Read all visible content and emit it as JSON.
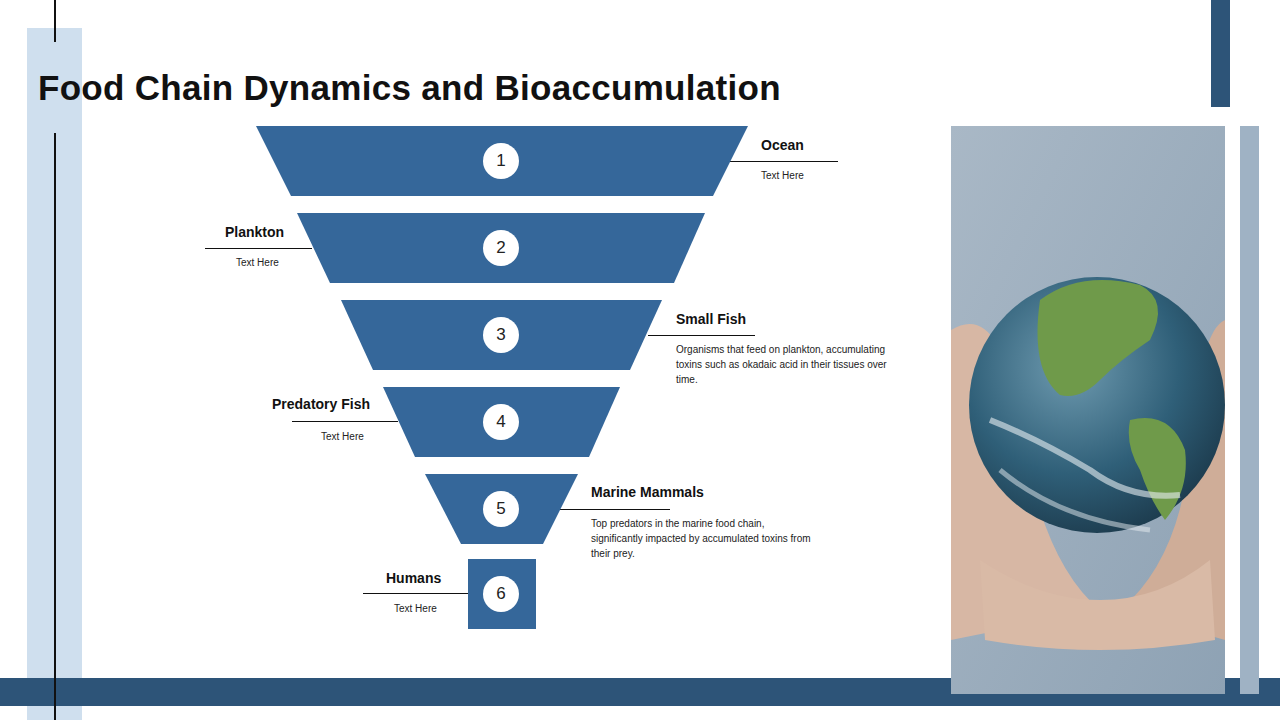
{
  "diagram": {
    "title": "Food Chain Dynamics and Bioaccumulation",
    "nodes": [
      {
        "text": [
          "1",
          "Ocean",
          "Text Here"
        ]
      },
      {
        "text": [
          "2",
          "Plankton",
          "Text Here"
        ]
      },
      {
        "text": [
          "3",
          "Small Fish",
          "Organisms that feed on plankton, accumulating toxins such as okadaic acid in their tissues over time."
        ]
      },
      {
        "text": [
          "4",
          "Predatory Fish",
          "Text Here"
        ]
      },
      {
        "text": [
          "5",
          "Marine Mammals",
          "Top predators in the marine food chain, significantly impacted by accumulated toxins from their prey."
        ]
      },
      {
        "text": [
          "6",
          "Humans",
          "Text Here"
        ]
      }
    ]
  }
}
